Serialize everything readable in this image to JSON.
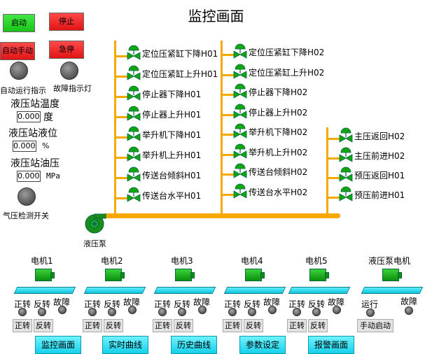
{
  "title": "监控画面",
  "controls": {
    "start": "启动",
    "stop": "停止",
    "auto_manual": "自动手动",
    "emergency_stop": "急停",
    "auto_run_indicator": "自动运行指示",
    "fault_indicator": "故障指示灯",
    "pressure_switch": "气压检测开关"
  },
  "hydraulic": {
    "temp_label": "液压站温度",
    "temp_value": "0.000",
    "temp_unit": "度",
    "level_label": "液压站液位",
    "level_value": "0.000",
    "level_unit": "%",
    "pressure_label": "液压站油压",
    "pressure_value": "0.000",
    "pressure_unit": "MPa",
    "pump_label": "液压泵"
  },
  "valves_col1": [
    "定位压紧缸下降H01",
    "定位压紧缸上升H01",
    "停止器下降H01",
    "停止器上升H01",
    "举升机下降H01",
    "举升机上升H01",
    "传送台倾斜H01",
    "传送台水平H01"
  ],
  "valves_col2": [
    "定位压紧缸下降H02",
    "定位压紧缸上升H02",
    "停止器下降H02",
    "停止器上升H02",
    "举升机下降H02",
    "举升机上升H02",
    "传送台倾斜H02",
    "传送台水平H02"
  ],
  "valves_col3": [
    "主压返回H02",
    "主压前进H02",
    "预压返回H01",
    "预压前进H01"
  ],
  "motors": [
    {
      "name": "电机1",
      "fwd": "正转",
      "rev": "反转",
      "fault": "故障",
      "btn_fwd": "正转",
      "btn_rev": "反转"
    },
    {
      "name": "电机2",
      "fwd": "正转",
      "rev": "反转",
      "fault": "故障",
      "btn_fwd": "正转",
      "btn_rev": "反转"
    },
    {
      "name": "电机3",
      "fwd": "正转",
      "rev": "反转",
      "fault": "故障",
      "btn_fwd": "正转",
      "btn_rev": "反转"
    },
    {
      "name": "电机4",
      "fwd": "正转",
      "rev": "反转",
      "fault": "故障",
      "btn_fwd": "正转",
      "btn_rev": "反转"
    },
    {
      "name": "电机5",
      "fwd": "正转",
      "rev": "反转",
      "fault": "故障",
      "btn_fwd": "正转",
      "btn_rev": "反转"
    }
  ],
  "pump_motor": {
    "name": "液压泵电机",
    "run": "运行",
    "fault": "故障",
    "btn_start": "手动启动"
  },
  "nav": [
    "监控画面",
    "实时曲线",
    "历史曲线",
    "参数设定",
    "报警画面"
  ],
  "colors": {
    "pipe": "#f5a800",
    "valve": "#11a511",
    "lamp": "#555555",
    "tab": "#22d4ec",
    "start": "#22cc22",
    "stop": "#e82020"
  }
}
